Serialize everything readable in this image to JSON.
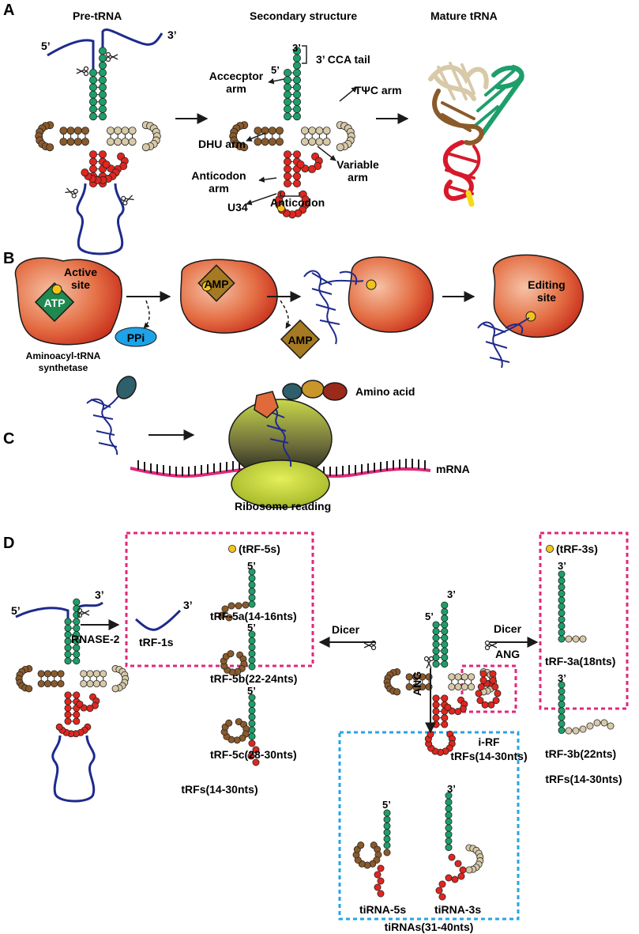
{
  "panels": {
    "a": "A",
    "b": "B",
    "c": "C",
    "d": "D"
  },
  "panel_a": {
    "pre_trna": "Pre-tRNA",
    "secondary": "Secondary structure",
    "mature": "Mature tRNA",
    "five_prime": "5’",
    "three_prime": "3’",
    "cca": "3’ CCA tail",
    "acceptor_1": "Accecptor",
    "acceptor_2": "arm",
    "tpsic": "TΨC arm",
    "dhu": "DHU arm",
    "variable_1": "Variable",
    "variable_2": "arm",
    "anticodon_arm_1": "Anticodon",
    "anticodon_arm_2": "arm",
    "u34": "U34",
    "anticodon": "Anticodon"
  },
  "panel_b": {
    "active_1": "Active",
    "active_2": "site",
    "atp": "ATP",
    "amp": "AMP",
    "ppi": "PPi",
    "amp2": "AMP",
    "synth_1": "Aminoacyl-tRNA",
    "synth_2": "synthetase",
    "editing_1": "Editing",
    "editing_2": "site"
  },
  "panel_c": {
    "amino_acid": "Amino acid",
    "mrna": "mRNA",
    "ribosome": "Ribosome reading"
  },
  "panel_d": {
    "five_prime": "5’",
    "three_prime": "3’",
    "rnase": "RNASE-2",
    "trf1": "tRF-1s",
    "trf5_legend": "(tRF-5s)",
    "trf5a": "tRF-5a(14-16nts)",
    "trf5b": "tRF-5b(22-24nts)",
    "trf5c": "tRF-5c(28-30nts)",
    "box_left_caption": "tRFs(14-30nts)",
    "dicer_left": "Dicer",
    "dicer_right": "Dicer",
    "ang_right": "ANG",
    "ang_down": "ANG",
    "irf": "i-RF",
    "irf_caption": "tRFs(14-30nts)",
    "trf3_legend": "(tRF-3s)",
    "trf3a": "tRF-3a(18nts)",
    "trf3b": "tRF-3b(22nts)",
    "box_right_caption": "tRFs(14-30nts)",
    "tirna5": "tiRNA-5s",
    "tirna3": "tiRNA-3s",
    "tirna_caption": "tiRNAs(31-40nts)"
  },
  "colors": {
    "green": "#1e9e6a",
    "brown": "#8b5a2b",
    "beige": "#d8c9a8",
    "red": "#e0261f",
    "blue": "#1e2a8c",
    "yellow": "#f2c31a",
    "magenta": "#e0287a",
    "cyan": "#2aa3e0",
    "enzyme": "#e06a3c"
  }
}
